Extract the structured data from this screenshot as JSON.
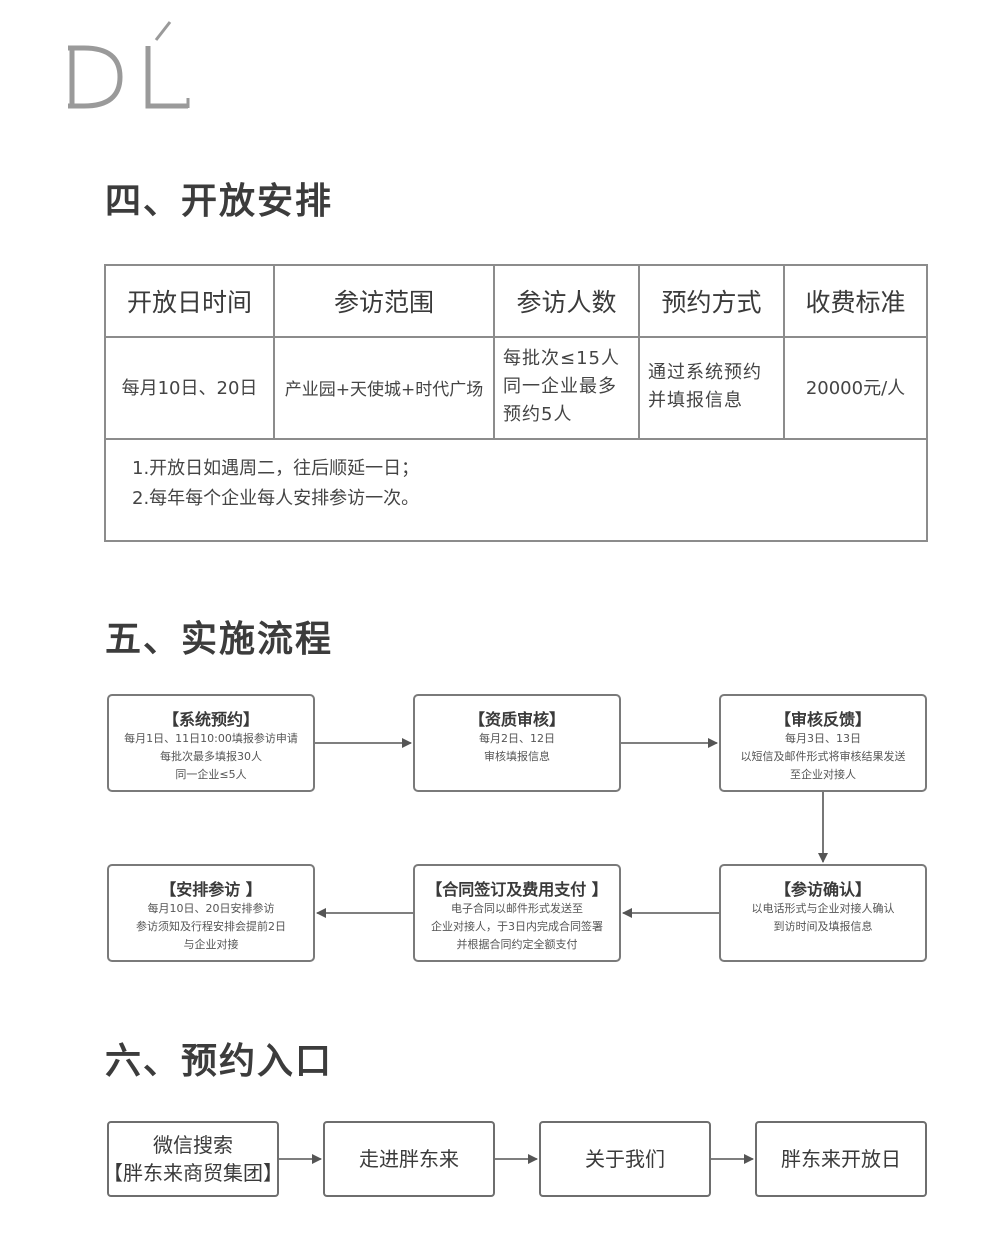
{
  "section4": {
    "title": "四、开放安排",
    "headers": [
      "开放日时间",
      "参访范围",
      "参访人数",
      "预约方式",
      "收费标准"
    ],
    "row": {
      "time": "每月10日、20日",
      "scope": "产业园+天使城+时代广场",
      "people": [
        "每批次≤15人",
        "同一企业最多",
        "预约5人"
      ],
      "booking": [
        "通过系统预约",
        "并填报信息"
      ],
      "fee": "20000元/人"
    },
    "notes": [
      "1.开放日如遇周二，往后顺延一日；",
      "2.每年每个企业每人安排参访一次。"
    ]
  },
  "section5": {
    "title": "五、实施流程",
    "steps": [
      {
        "title": "【系统预约】",
        "lines": [
          "每月1日、11日10:00填报参访申请",
          "每批次最多填报30人",
          "同一企业≤5人"
        ]
      },
      {
        "title": "【资质审核】",
        "lines": [
          "每月2日、12日",
          "审核填报信息"
        ]
      },
      {
        "title": "【审核反馈】",
        "lines": [
          "每月3日、13日",
          "以短信及邮件形式将审核结果发送",
          "至企业对接人"
        ]
      },
      {
        "title": "【参访确认】",
        "lines": [
          "以电话形式与企业对接人确认",
          "到访时间及填报信息"
        ]
      },
      {
        "title": "【合同签订及费用支付 】",
        "lines": [
          "电子合同以邮件形式发送至",
          "企业对接人，于3日内完成合同签署",
          "并根据合同约定全额支付"
        ]
      },
      {
        "title": "【安排参访 】",
        "lines": [
          "每月10日、20日安排参访",
          "参访须知及行程安排会提前2日",
          "与企业对接"
        ]
      }
    ]
  },
  "section6": {
    "title": "六、预约入口",
    "steps": [
      [
        "微信搜索",
        "【胖东来商贸集团】"
      ],
      [
        "走进胖东来"
      ],
      [
        "关于我们"
      ],
      [
        "胖东来开放日"
      ]
    ]
  },
  "logo": {
    "text": "DL",
    "icon": "dl-logo-icon"
  }
}
